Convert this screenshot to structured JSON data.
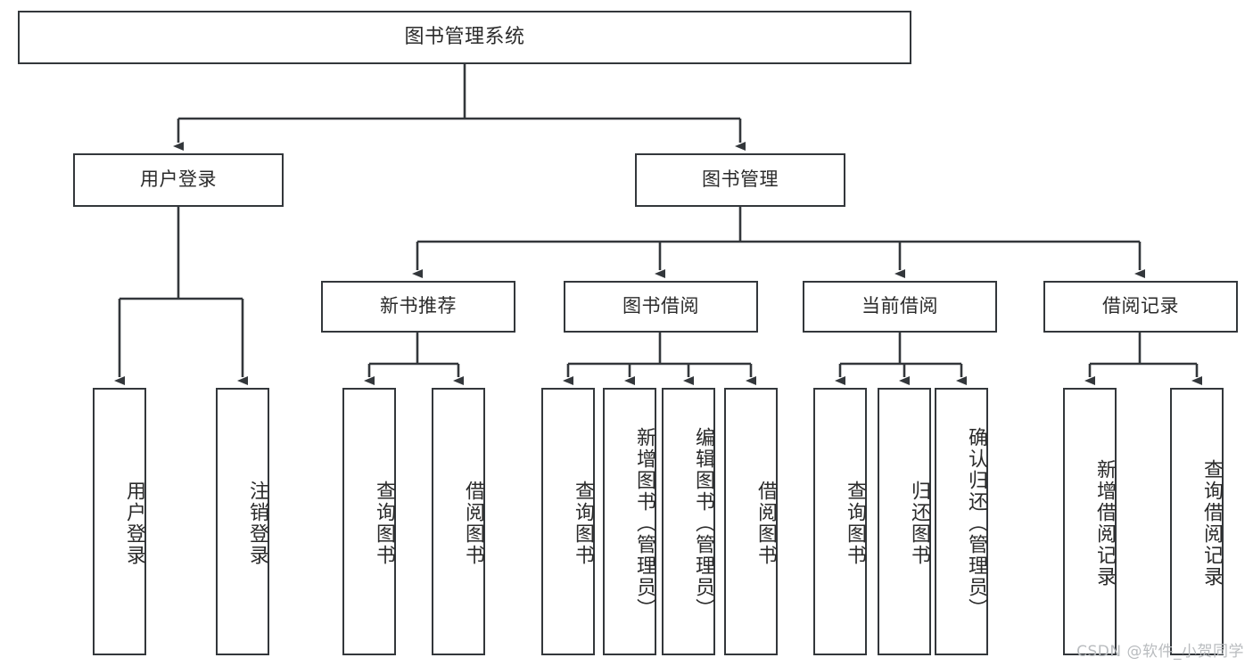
{
  "diagram": {
    "title": "图书管理系统",
    "type": "tree",
    "orientation": "top-down",
    "line_color": "#33373b",
    "box_fill": "#ffffff",
    "text_color": "#2b2b2b",
    "watermark": "CSDN @软件_小贺同学",
    "nodes": {
      "root": {
        "label": "图书管理系统",
        "level": 0
      },
      "l1": [
        {
          "label": "用户登录",
          "level": 1
        },
        {
          "label": "图书管理",
          "level": 1
        }
      ],
      "l2": [
        {
          "label": "新书推荐",
          "parent": "图书管理"
        },
        {
          "label": "图书借阅",
          "parent": "图书管理"
        },
        {
          "label": "当前借阅",
          "parent": "图书管理"
        },
        {
          "label": "借阅记录",
          "parent": "图书管理"
        }
      ],
      "leaves_user_login": [
        {
          "label": "用户登录"
        },
        {
          "label": "注销登录"
        }
      ],
      "leaves_new_book": [
        {
          "label": "查询图书"
        },
        {
          "label": "借阅图书"
        }
      ],
      "leaves_borrow": [
        {
          "label": "查询图书"
        },
        {
          "label": "新增图书（管理员）"
        },
        {
          "label": "编辑图书（管理员）"
        },
        {
          "label": "借阅图书"
        }
      ],
      "leaves_current": [
        {
          "label": "查询图书"
        },
        {
          "label": "归还图书"
        },
        {
          "label": "确认归还（管理员）"
        }
      ],
      "leaves_records": [
        {
          "label": "新增借阅记录"
        },
        {
          "label": "查询借阅记录"
        }
      ]
    }
  }
}
